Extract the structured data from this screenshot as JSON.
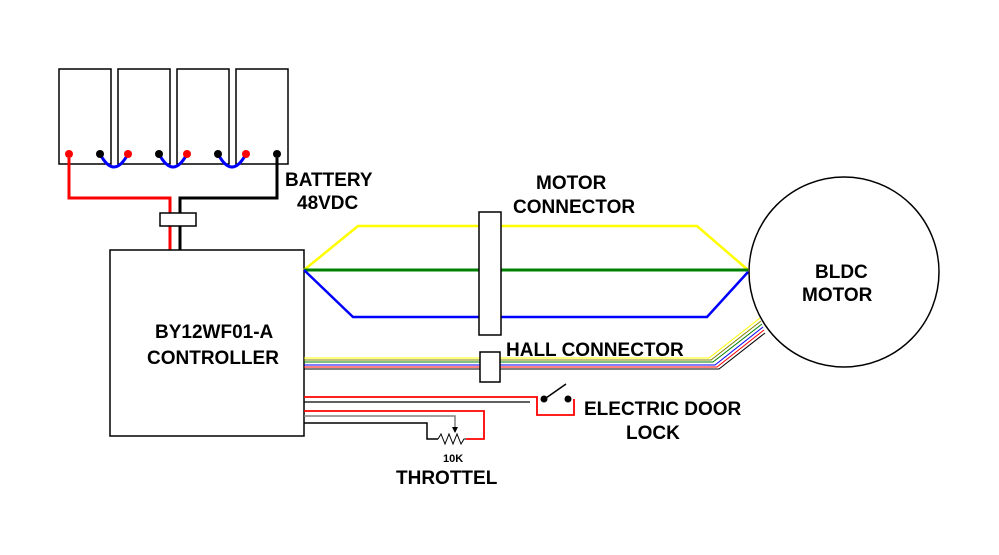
{
  "labels": {
    "battery_title": "BATTERY",
    "battery_voltage": "48VDC",
    "motor_connector_1": "MOTOR",
    "motor_connector_2": "CONNECTOR",
    "motor_1": "BLDC",
    "motor_2": "MOTOR",
    "controller_1": "BY12WF01-A",
    "controller_2": "CONTROLLER",
    "hall_connector": "HALL CONNECTOR",
    "door_lock_1": "ELECTRIC DOOR",
    "door_lock_2": "LOCK",
    "pot_value": "10K",
    "throttle": "THROTTEL"
  },
  "colors": {
    "positive": "#ff0000",
    "negative": "#000000",
    "series_jumper": "#0000ff",
    "phase_yellow": "#ffff00",
    "phase_green": "#008000",
    "phase_blue": "#0000ff",
    "throttle_wire": "#808080",
    "hall_wires": [
      "#ffff00",
      "#808000",
      "#008000",
      "#0000ff",
      "#ff0000",
      "#000000"
    ]
  },
  "components": [
    "battery-cell",
    "battery-cell",
    "battery-cell",
    "battery-cell",
    "inline-fuse",
    "controller",
    "motor-connector",
    "hall-connector",
    "bldc-motor",
    "door-lock-switch",
    "throttle-potentiometer"
  ]
}
